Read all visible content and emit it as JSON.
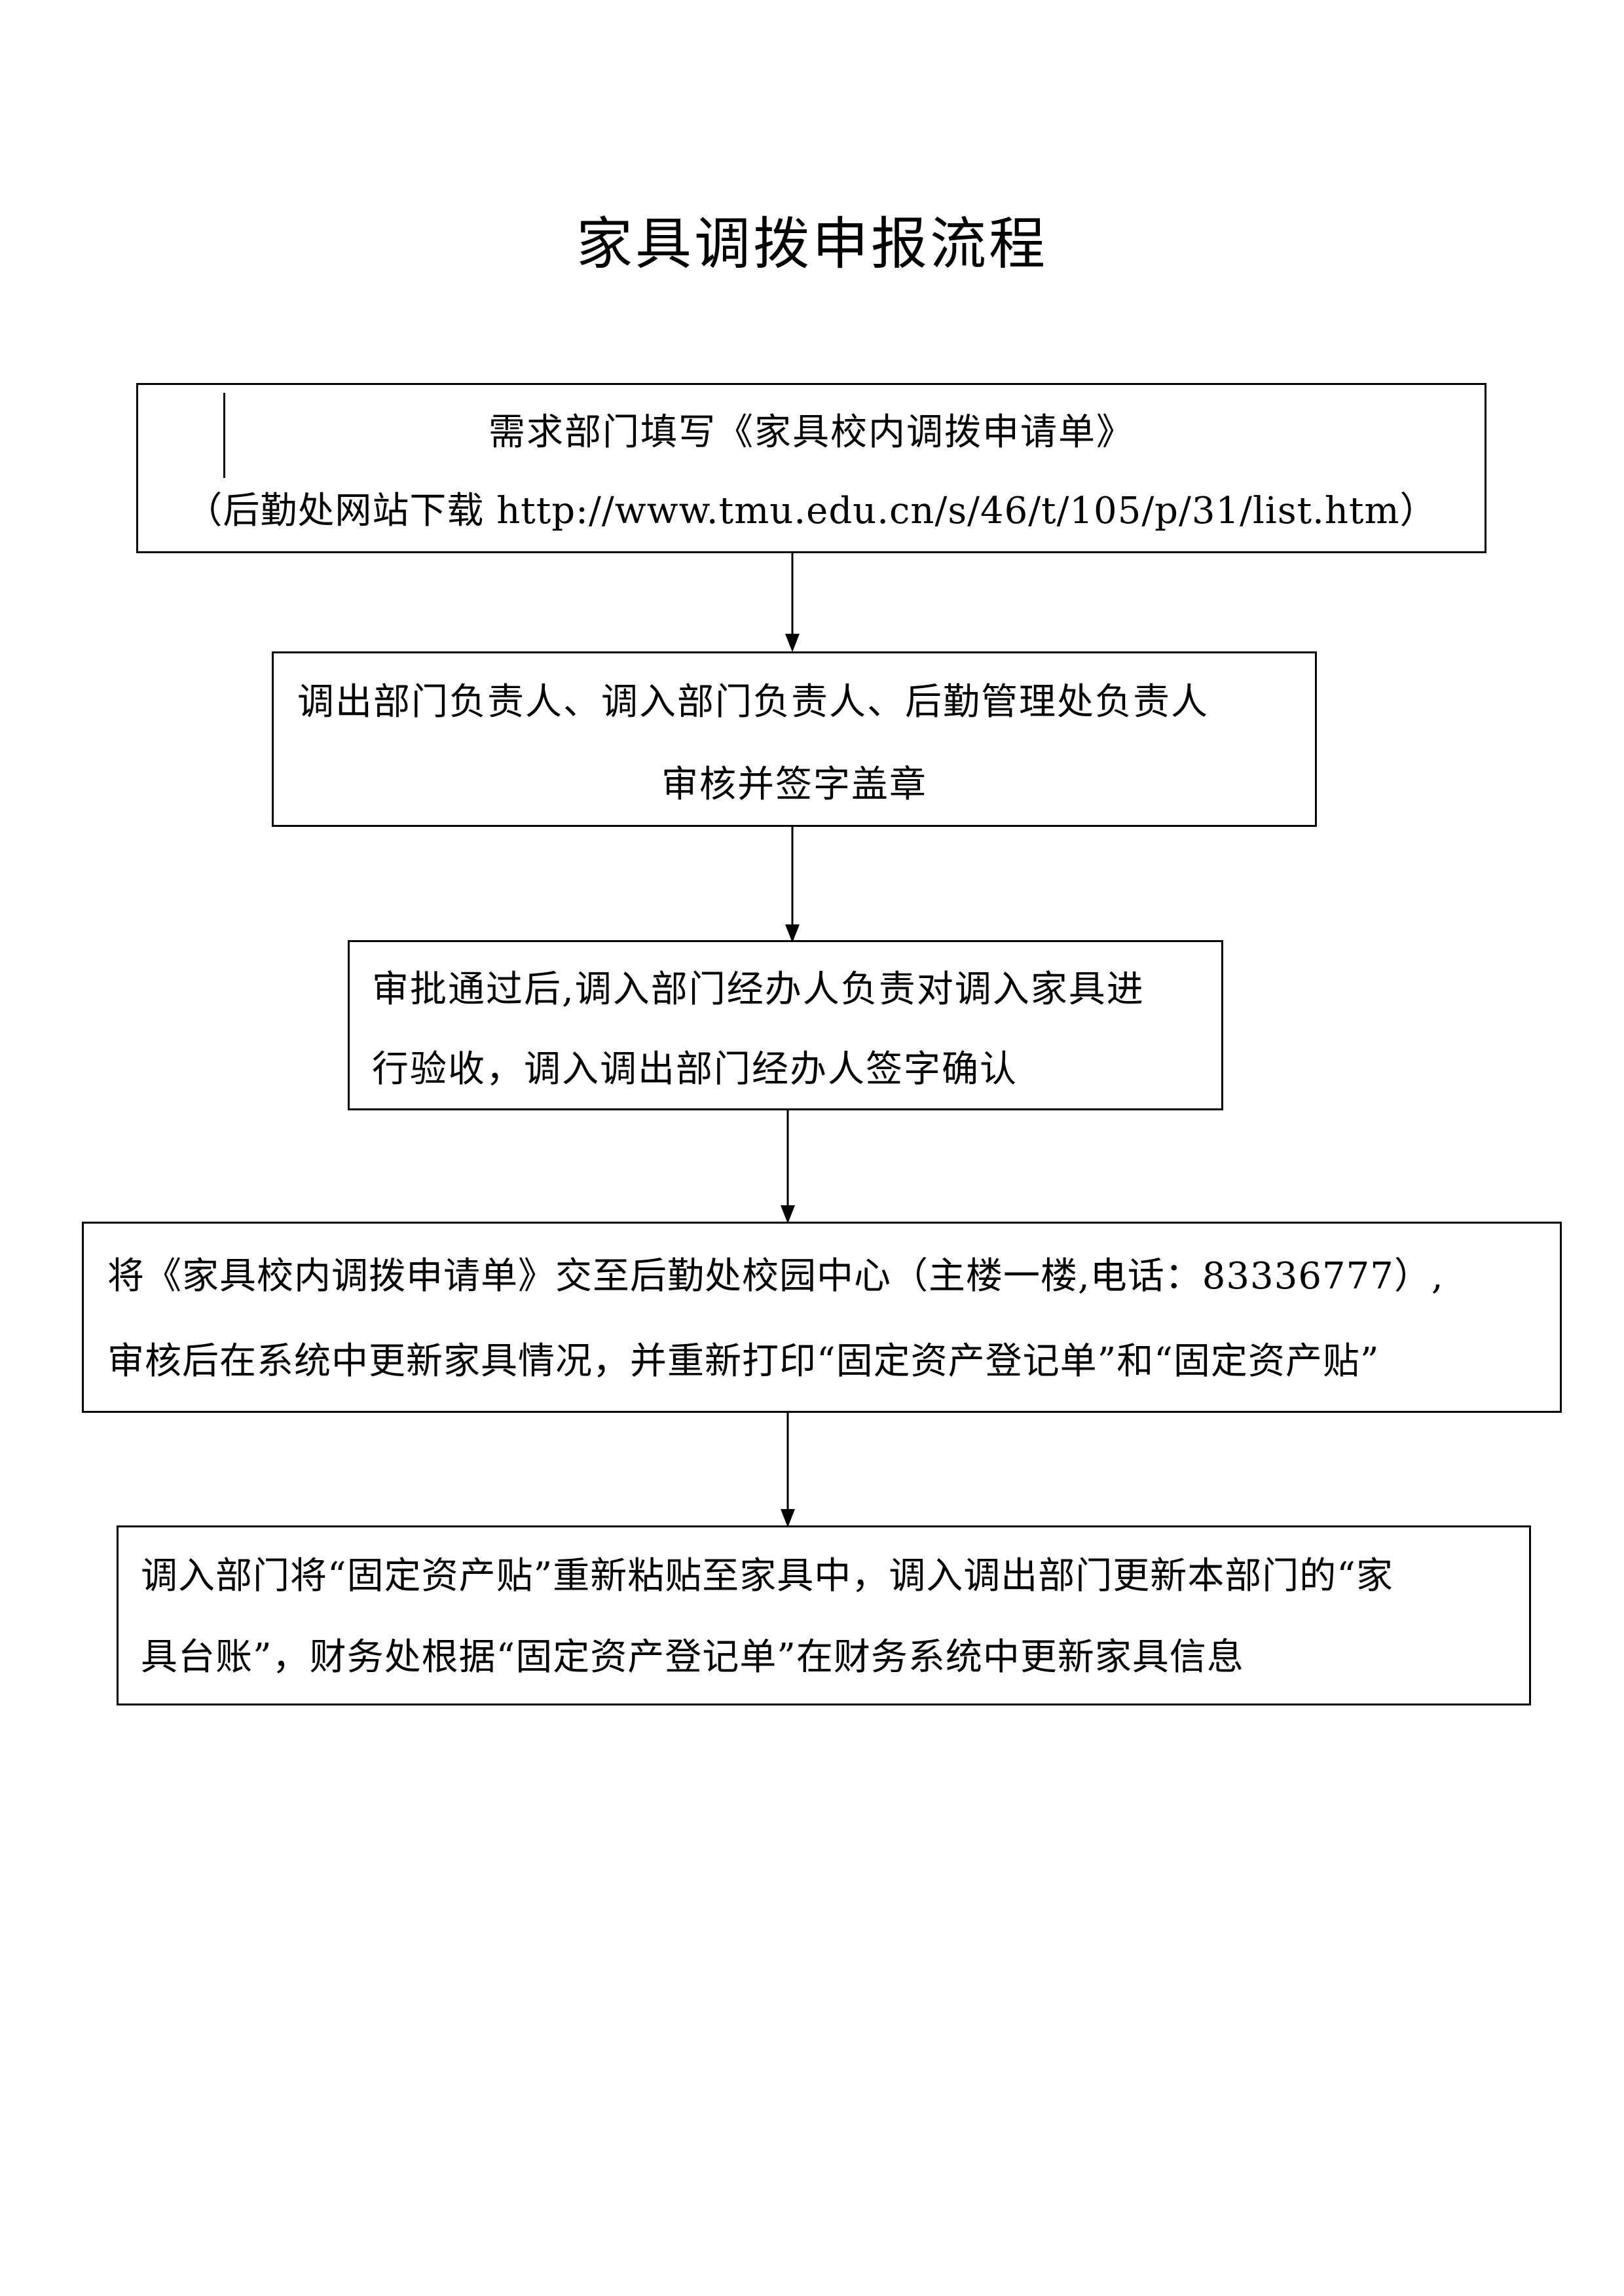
{
  "title": "家具调拨申报流程",
  "steps": [
    {
      "line1": "需求部门填写《家具校内调拨申请单》",
      "line2": "（后勤处网站下载 http://www.tmu.edu.cn/s/46/t/105/p/31/list.htm）"
    },
    {
      "line1": "调出部门负责人、调入部门负责人、后勤管理处负责人",
      "line2": "审核并签字盖章"
    },
    {
      "line1": "审批通过后,调入部门经办人负责对调入家具进",
      "line2": "行验收，调入调出部门经办人签字确认"
    },
    {
      "line1": "将《家具校内调拨申请单》交至后勤处校园中心（主楼一楼,电话：83336777）,",
      "line2": "审核后在系统中更新家具情况，并重新打印“固定资产登记单”和“固定资产贴”"
    },
    {
      "line1": "调入部门将“固定资产贴”重新粘贴至家具中，调入调出部门更新本部门的“家",
      "line2": "具台账”，财务处根据“固定资产登记单”在财务系统中更新家具信息"
    }
  ]
}
